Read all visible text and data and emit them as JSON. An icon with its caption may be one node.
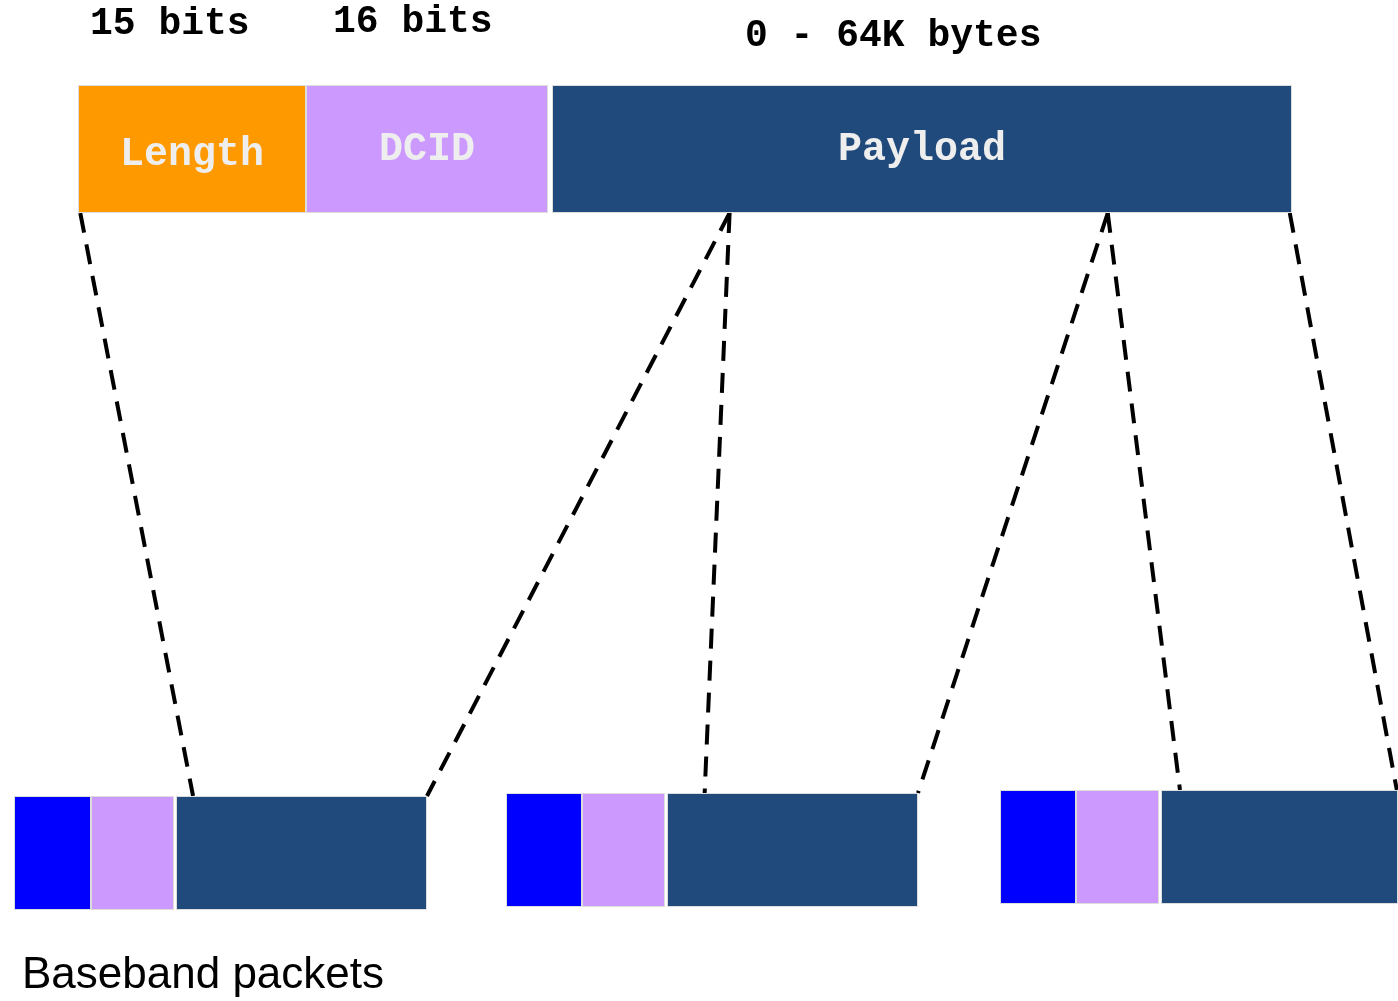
{
  "diagram": {
    "nodes": [
      {
        "text": [
          "Length"
        ],
        "beside": [
          "15 bits"
        ]
      },
      {
        "text": [
          "DCID"
        ],
        "beside": [
          "16 bits"
        ]
      },
      {
        "text": [
          "Payload"
        ],
        "beside": [
          "0 - 64K bytes"
        ]
      },
      {
        "text": [],
        "shape": "box"
      },
      {
        "text": [],
        "shape": "box"
      },
      {
        "text": [],
        "shape": "box"
      },
      {
        "text": [],
        "shape": "box"
      },
      {
        "text": [],
        "shape": "box"
      },
      {
        "text": [],
        "shape": "box"
      },
      {
        "text": [],
        "shape": "box"
      },
      {
        "text": [],
        "shape": "box"
      },
      {
        "text": [],
        "shape": "box"
      }
    ],
    "edges": [
      {
        "from": 0,
        "to": 5,
        "arrow": "none",
        "style": "dashed"
      },
      {
        "from": 2,
        "to": 5,
        "arrow": "none",
        "style": "dashed"
      },
      {
        "from": 2,
        "to": 8,
        "arrow": "none",
        "style": "dashed"
      },
      {
        "from": 2,
        "to": 8,
        "arrow": "none",
        "style": "dashed"
      },
      {
        "from": 2,
        "to": 11,
        "arrow": "none",
        "style": "dashed"
      },
      {
        "from": 2,
        "to": 11,
        "arrow": "none",
        "style": "dashed"
      }
    ],
    "labels": [
      "Baseband packets"
    ]
  }
}
